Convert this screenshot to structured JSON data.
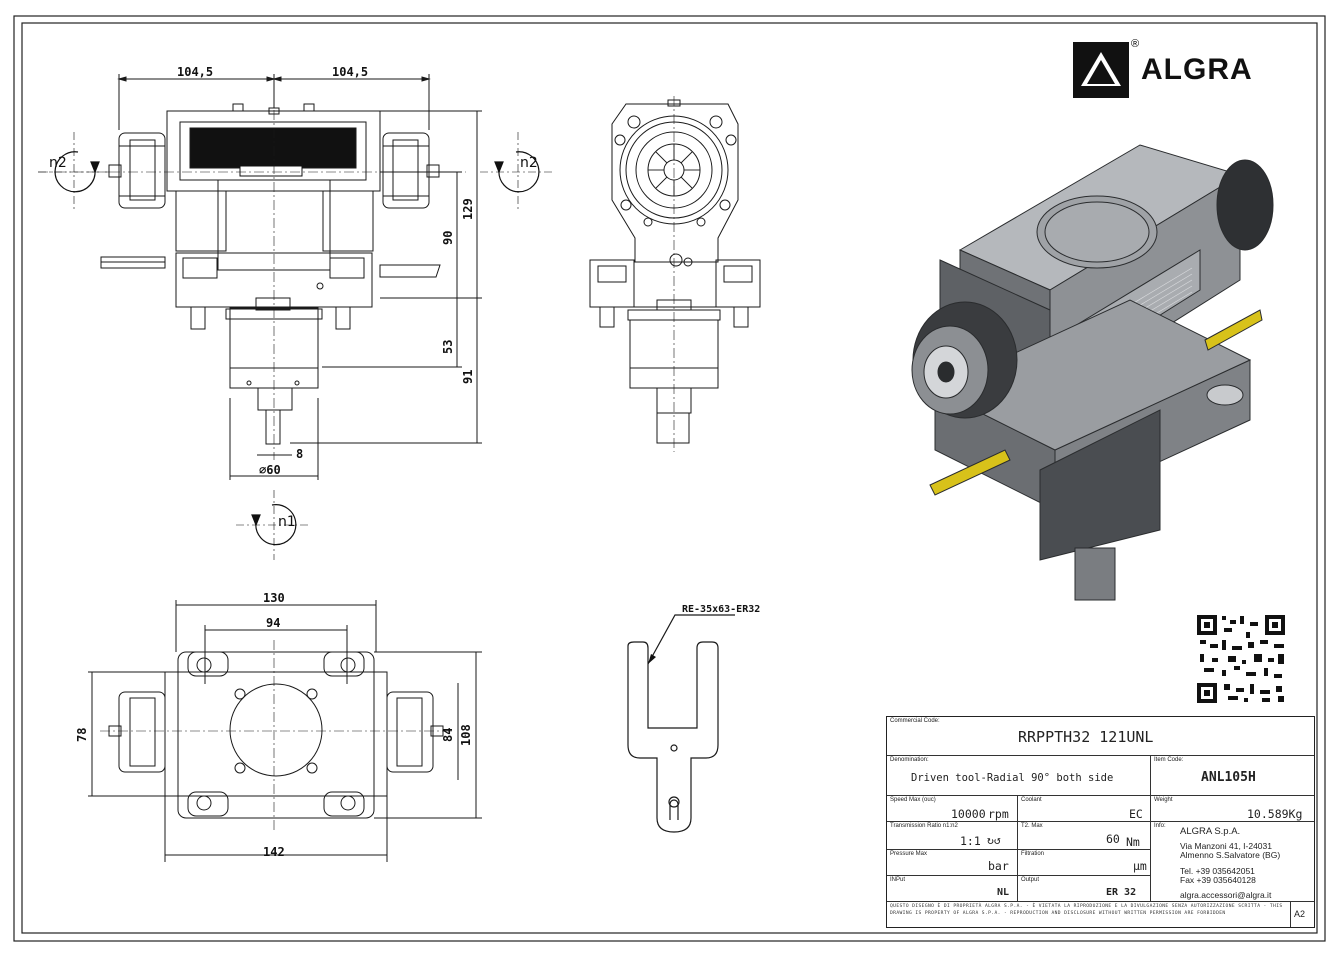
{
  "brand": {
    "name": "ALGRA",
    "registered": "®"
  },
  "front_view": {
    "dim_left_width": "104,5",
    "dim_right_width": "104,5",
    "dim_height_total": "129",
    "dim_height_upper": "90",
    "dim_height_lower": "53",
    "dim_height_shank": "91",
    "dim_shank_offset": "8",
    "dim_diameter": "∅60",
    "rotation_left": "n2",
    "rotation_right": "n2",
    "rotation_bottom": "n1"
  },
  "top_view": {
    "dim_width_outer": "130",
    "dim_width_inner": "94",
    "dim_width_base": "142",
    "dim_height_left": "78",
    "dim_height_inner": "84",
    "dim_height_outer": "108"
  },
  "key_callout": "RE-35x63-ER32",
  "title_block": {
    "commercial_code_label": "Commercial Code:",
    "commercial_code": "RRPPTH32 121UNL",
    "denomination_label": "Denomination:",
    "denomination": "Driven tool-Radial 90° both side",
    "item_code_label": "Item Code:",
    "item_code": "ANL105H",
    "speed_label": "Speed Max (ouc)",
    "speed_value": "10000",
    "speed_unit": "rpm",
    "coolant_label": "Coolant",
    "coolant_value": "EC",
    "weight_label": "Weight",
    "weight_value": "10.589Kg",
    "ratio_label": "Transmission Ratio n1:n2",
    "ratio_value": "1:1",
    "ratio_symbols": "↻↺",
    "torque_label": "T2. Max",
    "torque_value": "60",
    "torque_unit": "Nm",
    "info_label": "Info:",
    "company": "ALGRA S.p.A.",
    "address1": "Via Manzoni 41, I-24031",
    "address2": "Almenno S.Salvatore (BG)",
    "tel": "Tel. +39 035642051",
    "fax": "Fax +39 035640128",
    "email": "algra.accessori@algra.it",
    "pressure_label": "Pressure Max",
    "pressure_unit": "bar",
    "filtration_label": "Filtration",
    "filtration_unit": "µm",
    "input_label": "INPut",
    "input_value": "NL",
    "output_label": "Output",
    "output_value": "ER 32",
    "sheet_size": "A2",
    "fine_print": "QUESTO DISEGNO È DI PROPRIETÀ ALGRA S.P.A. - È VIETATA LA RIPRODUZIONE E LA DIVULGAZIONE SENZA AUTORIZZAZIONE SCRITTA - THIS DRAWING IS PROPERTY OF ALGRA S.P.A. - REPRODUCTION AND DISCLOSURE WITHOUT WRITTEN PERMISSION ARE FORBIDDEN"
  },
  "colors": {
    "line": "#1a1a1a",
    "body": "#b9bcc0",
    "body_dark": "#55585c",
    "accent": "#d8c21a"
  }
}
